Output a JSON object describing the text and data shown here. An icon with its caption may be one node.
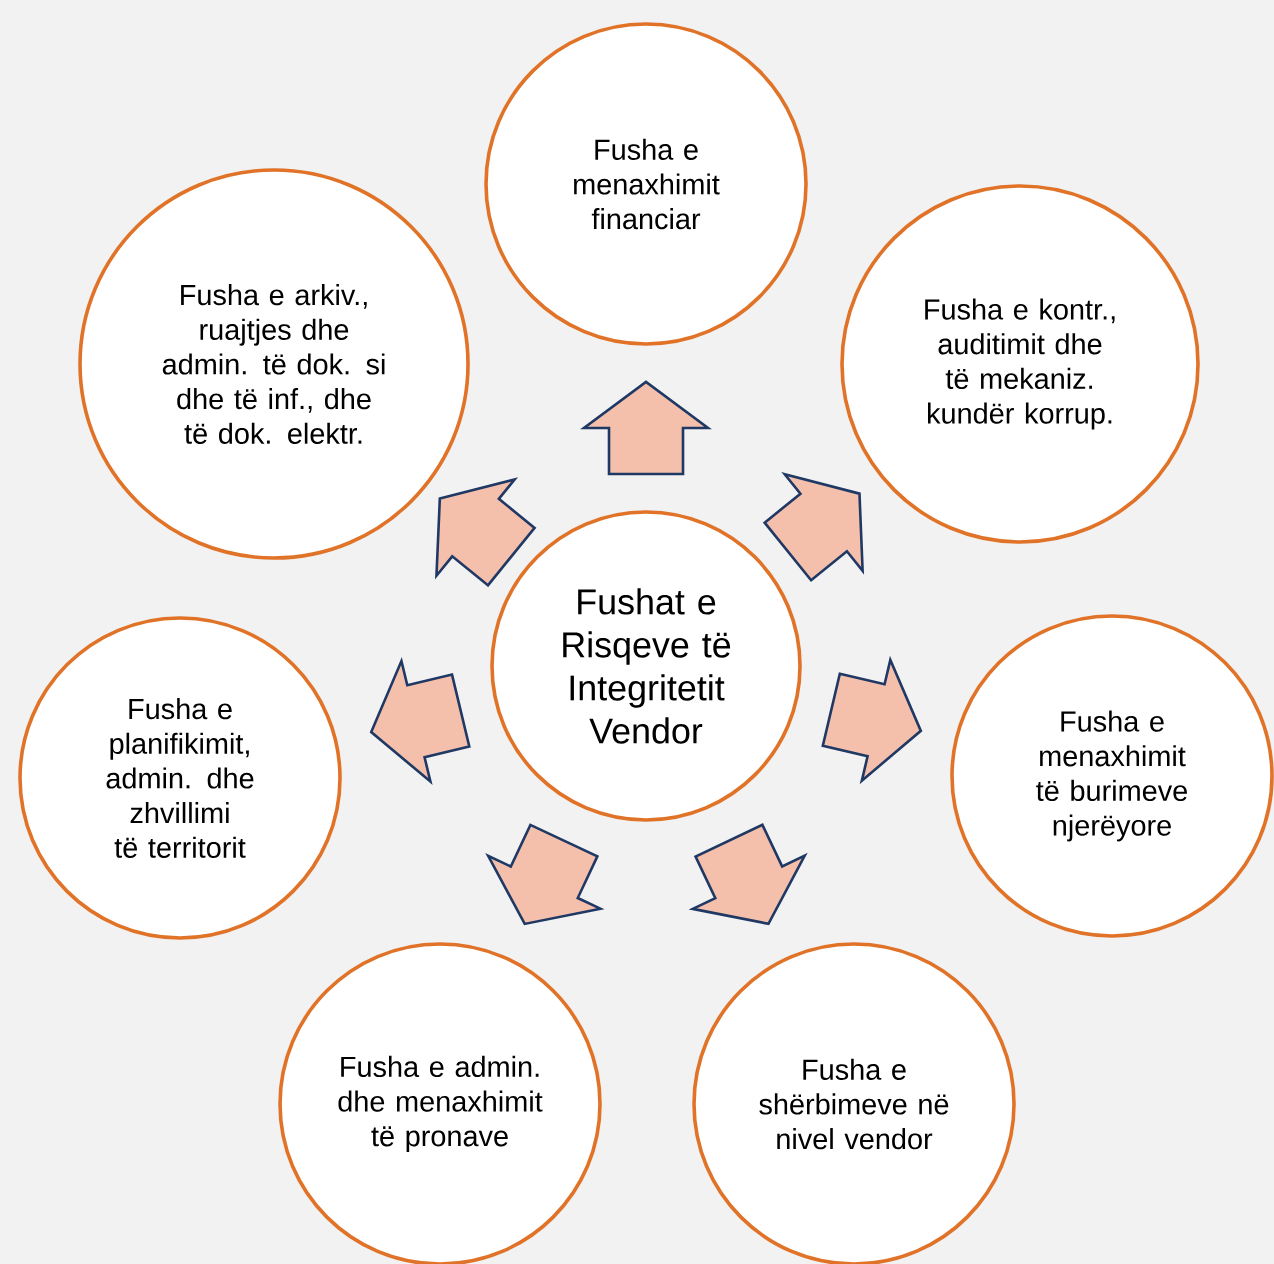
{
  "diagram": {
    "nodes": [
      {
        "text": [
          "Fushat e Risqeve të Integritetit Vendor"
        ]
      },
      {
        "text": [
          "Fusha e menaxhimit financiar"
        ]
      },
      {
        "text": [
          "Fusha e kontr., auditimit dhe të mekaniz. kundër korrup."
        ]
      },
      {
        "text": [
          "Fusha e menaxhimit të burimeve njerëyore"
        ]
      },
      {
        "text": [
          "Fusha e shërbimeve në nivel vendor"
        ]
      },
      {
        "text": [
          "Fusha e admin. dhe menaxhimit të pronave"
        ]
      },
      {
        "text": [
          "Fusha e planifikimit, admin. dhe zhvillimi të territorit"
        ]
      },
      {
        "text": [
          "Fusha e arkiv., ruajtjes dhe admin. të dok. si dhe të inf., dhe të dok. elektr."
        ]
      }
    ],
    "edges": [
      {
        "from": 0,
        "to": 1,
        "arrow": "to"
      },
      {
        "from": 0,
        "to": 2,
        "arrow": "to"
      },
      {
        "from": 0,
        "to": 3,
        "arrow": "to"
      },
      {
        "from": 0,
        "to": 4,
        "arrow": "to"
      },
      {
        "from": 0,
        "to": 5,
        "arrow": "to"
      },
      {
        "from": 0,
        "to": 6,
        "arrow": "to"
      },
      {
        "from": 0,
        "to": 7,
        "arrow": "to"
      }
    ]
  }
}
